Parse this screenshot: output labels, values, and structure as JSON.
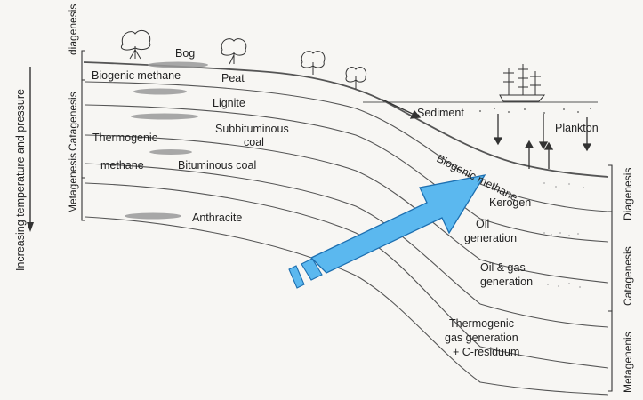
{
  "axis_label": "Increasing temperature and pressure",
  "left_stages": [
    "diagenesis",
    "Catagenesis",
    "Metagenesis"
  ],
  "right_stages": [
    "Diagenesis",
    "Catagenesis",
    "Metagenenis"
  ],
  "labels": {
    "bog": "Bog",
    "peat": "Peat",
    "biogenic_methane_left": "Biogenic methane",
    "lignite": "Lignite",
    "subbituminous_1": "Subbituminous",
    "subbituminous_2": "coal",
    "thermogenic": "Thermogenic",
    "methane": "methane",
    "bituminous_coal": "Bituminous coal",
    "anthracite": "Anthracite",
    "sediment": "Sediment",
    "plankton": "Plankton",
    "biogenic_methane_right": "Biogenic methane",
    "kerogen": "Kerogen",
    "oil_generation_1": "Oil",
    "oil_generation_2": "generation",
    "oil_gas_1": "Oil & gas",
    "oil_gas_2": "generation",
    "thermo_gas_1": "Thermogenic",
    "thermo_gas_2": "gas generation",
    "thermo_gas_3": "+ C-residuum"
  },
  "colors": {
    "arrow_fill": "#5bb8ef",
    "arrow_stroke": "#1d6fb0",
    "line": "#555555",
    "deposit": "#9a9a9a"
  }
}
